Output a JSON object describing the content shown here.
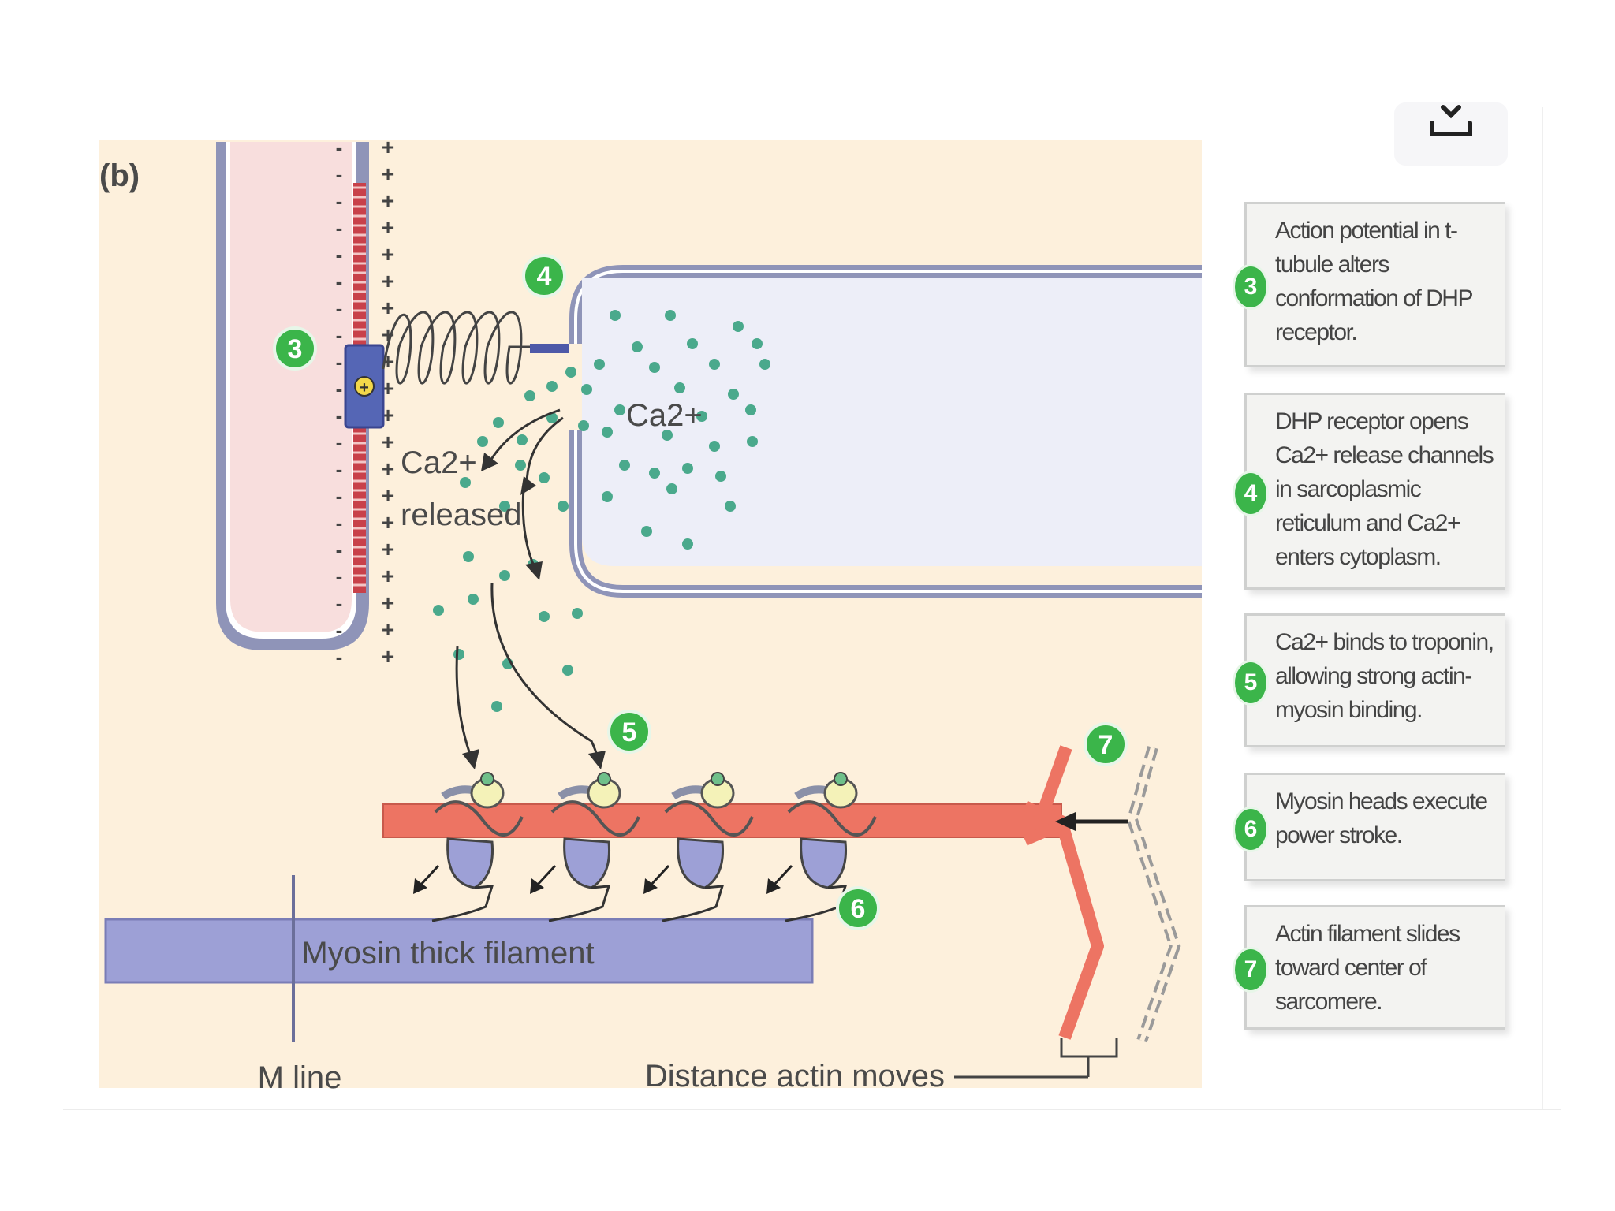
{
  "panel_label": "(b)",
  "labels": {
    "ca_cytosol": "Ca2+",
    "ca_released_top": "Ca2+",
    "ca_released_bottom": "released",
    "myosin_filament": "Myosin thick filament",
    "m_line": "M line",
    "distance": "Distance actin moves",
    "sign_plus": "+",
    "sign_minus": "-"
  },
  "markers": [
    "3",
    "4",
    "5",
    "6",
    "7"
  ],
  "steps": [
    {
      "num": "3",
      "text": "Action potential in t-tubule alters conformation of DHP receptor."
    },
    {
      "num": "4",
      "text": "DHP receptor opens Ca2+ release channels in sarcoplasmic reticulum and Ca2+ enters cytoplasm."
    },
    {
      "num": "5",
      "text": "Ca2+ binds to troponin, allowing strong actin-myosin binding."
    },
    {
      "num": "6",
      "text": "Myosin heads execute power stroke."
    },
    {
      "num": "7",
      "text": "Actin filament slides toward center of sarcomere."
    }
  ],
  "icons": {
    "download": "download-icon"
  },
  "colors": {
    "background": "#fdf0dc",
    "ttubule": "#f8dedd",
    "sr": "#edeef8",
    "actin": "#ed7463",
    "myosin": "#9da0d6",
    "calcium": "#4aa98c",
    "marker": "#3bb54a"
  }
}
